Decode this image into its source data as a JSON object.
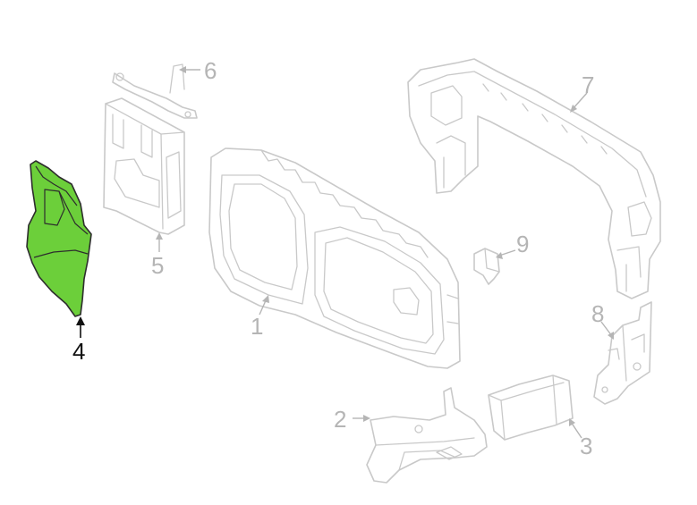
{
  "diagram": {
    "highlight_color": "#6ccf3a",
    "callouts": {
      "c1": "1",
      "c2": "2",
      "c3": "3",
      "c4": "4",
      "c5": "5",
      "c6": "6",
      "c7": "7",
      "c8": "8",
      "c9": "9"
    },
    "highlighted_part": "4"
  }
}
